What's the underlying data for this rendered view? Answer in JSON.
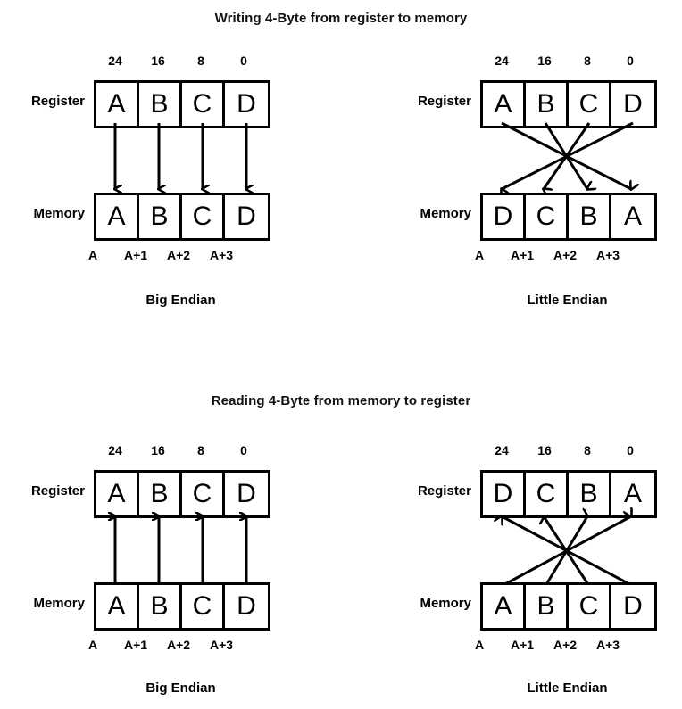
{
  "sections": [
    {
      "id": "write",
      "title": "Writing 4-Byte from register to memory",
      "panels": [
        {
          "id": "write-big-endian",
          "caption": "Big Endian",
          "register_label": "Register",
          "memory_label": "Memory",
          "bit_labels": [
            "24",
            "16",
            "8",
            "0"
          ],
          "register_bytes": [
            "A",
            "B",
            "C",
            "D"
          ],
          "memory_bytes": [
            "A",
            "B",
            "C",
            "D"
          ],
          "address_labels": [
            "A",
            "A+1",
            "A+2",
            "A+3"
          ],
          "arrow_style": "straight",
          "arrow_direction": "down"
        },
        {
          "id": "write-little-endian",
          "caption": "Little Endian",
          "register_label": "Register",
          "memory_label": "Memory",
          "bit_labels": [
            "24",
            "16",
            "8",
            "0"
          ],
          "register_bytes": [
            "A",
            "B",
            "C",
            "D"
          ],
          "memory_bytes": [
            "D",
            "C",
            "B",
            "A"
          ],
          "address_labels": [
            "A",
            "A+1",
            "A+2",
            "A+3"
          ],
          "arrow_style": "crossed",
          "arrow_direction": "down"
        }
      ]
    },
    {
      "id": "read",
      "title": "Reading 4-Byte from memory to register",
      "panels": [
        {
          "id": "read-big-endian",
          "caption": "Big Endian",
          "register_label": "Register",
          "memory_label": "Memory",
          "bit_labels": [
            "24",
            "16",
            "8",
            "0"
          ],
          "register_bytes": [
            "A",
            "B",
            "C",
            "D"
          ],
          "memory_bytes": [
            "A",
            "B",
            "C",
            "D"
          ],
          "address_labels": [
            "A",
            "A+1",
            "A+2",
            "A+3"
          ],
          "arrow_style": "straight",
          "arrow_direction": "up"
        },
        {
          "id": "read-little-endian",
          "caption": "Little Endian",
          "register_label": "Register",
          "memory_label": "Memory",
          "bit_labels": [
            "24",
            "16",
            "8",
            "0"
          ],
          "register_bytes": [
            "D",
            "C",
            "B",
            "A"
          ],
          "memory_bytes": [
            "A",
            "B",
            "C",
            "D"
          ],
          "address_labels": [
            "A",
            "A+1",
            "A+2",
            "A+3"
          ],
          "arrow_style": "crossed",
          "arrow_direction": "up"
        }
      ]
    }
  ],
  "colors": {
    "background": "#ffffff",
    "stroke": "#000000",
    "text": "#000000"
  }
}
